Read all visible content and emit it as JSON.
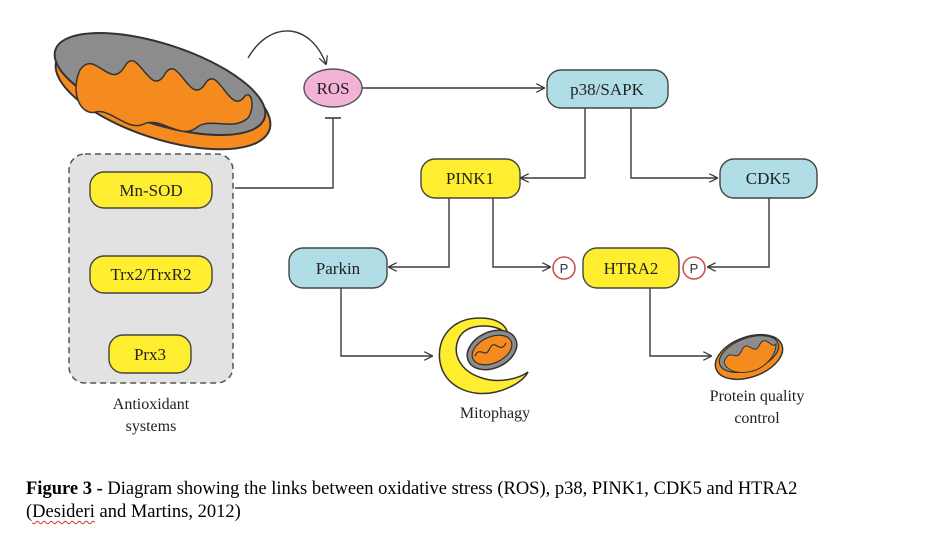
{
  "nodes": {
    "ros": "ROS",
    "p38": "p38/SAPK",
    "pink1": "PINK1",
    "cdk5": "CDK5",
    "parkin": "Parkin",
    "htra2": "HTRA2",
    "mn_sod": "Mn-SOD",
    "trx2": "Trx2/TrxR2",
    "prx3": "Prx3"
  },
  "phospho_label": "P",
  "labels": {
    "antioxidant_line1": "Antioxidant",
    "antioxidant_line2": "systems",
    "mitophagy": "Mitophagy",
    "protein_quality_line1": "Protein quality",
    "protein_quality_line2": "control"
  },
  "caption": {
    "figure_label": "Figure 3 -",
    "text": "Diagram showing the links between oxidative stress (ROS), p38, PINK1, CDK5 and HTRA2",
    "citation_open": "(",
    "citation_author": "Desideri",
    "citation_rest": " and Martins, 2012)"
  },
  "colors": {
    "yellow_node": "#ffee30",
    "blue_node": "#b0dde6",
    "ros_pink": "#f3b3d6",
    "mito_orange": "#f58b1f",
    "mito_grey": "#8c8c8c",
    "dashed_box": "#e2e2e2"
  }
}
